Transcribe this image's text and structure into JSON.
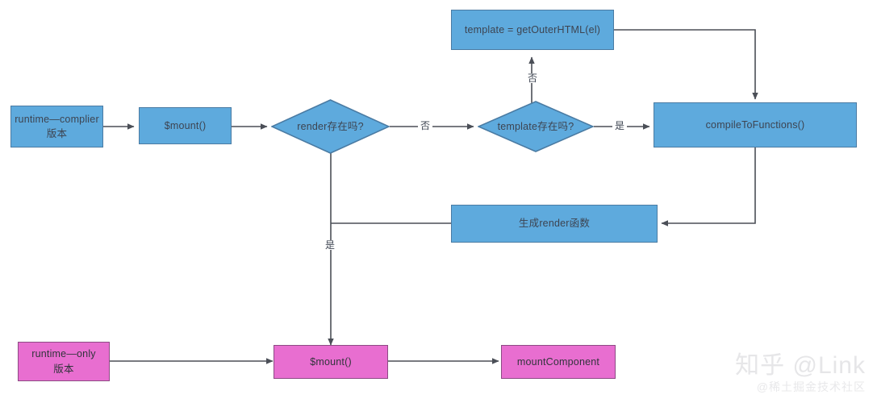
{
  "diagram": {
    "title": "Vue $mount flow",
    "colors": {
      "blue_fill": "#5eaadd",
      "blue_stroke": "#4a7ba3",
      "pink_fill": "#e86ed0",
      "pink_stroke": "#8d4a84",
      "edge": "#4b4f57",
      "text": "#3d4451",
      "background": "#ffffff"
    },
    "nodes": {
      "runtime_compiler": "runtime—complier\n版本",
      "mount_blue": "$mount()",
      "render_exists": "render存在吗?",
      "template_exists": "template存在吗?",
      "get_outer_html": "template = getOuterHTML(el)",
      "compile_to_functions": "compileToFunctions()",
      "generate_render": "生成render函数",
      "runtime_only": "runtime—only\n版本",
      "mount_pink": "$mount()",
      "mount_component": "mountComponent"
    },
    "edge_labels": {
      "render_no": "否",
      "render_yes": "是",
      "template_no": "否",
      "template_yes": "是"
    }
  },
  "watermark": {
    "main": "知乎 @Link",
    "sub": "@稀土掘金技术社区"
  }
}
